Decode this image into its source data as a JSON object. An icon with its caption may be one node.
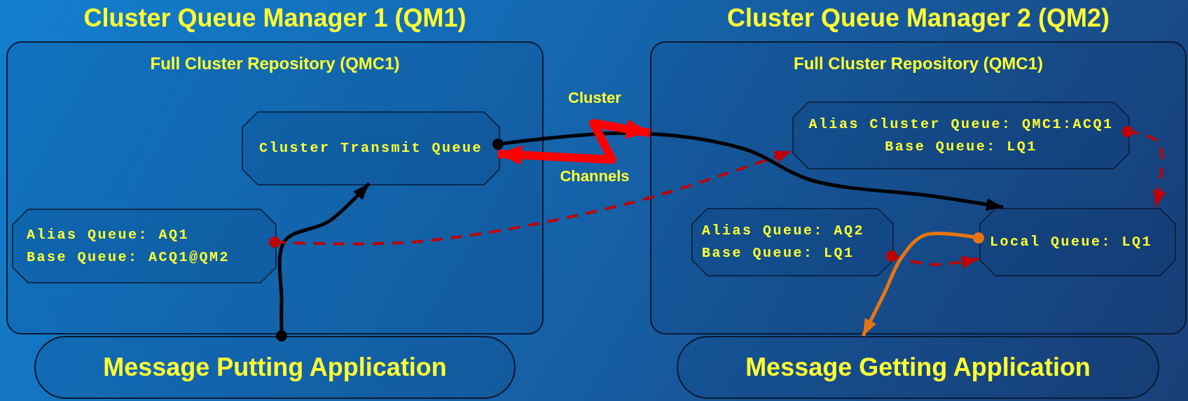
{
  "diagram": {
    "nodes": [
      {
        "text": [
          "Cluster Queue Manager 1 (QM1)",
          "Full Cluster Repository (QMC1)"
        ]
      },
      {
        "text": [
          "Cluster Transmit Queue"
        ],
        "in": 0
      },
      {
        "text": [
          "Alias Queue: AQ1 Base Queue: ACQ1@QM2"
        ],
        "in": 0
      },
      {
        "text": [
          "Message Putting Application"
        ]
      },
      {
        "text": [
          "Cluster Queue Manager 2 (QM2)",
          "Full Cluster Repository (QMC1)"
        ]
      },
      {
        "text": [
          "Alias Cluster Queue: QMC1:ACQ1 Base Queue: LQ1"
        ],
        "in": 4
      },
      {
        "text": [
          "Alias Queue: AQ2 Base Queue: LQ1"
        ],
        "in": 4
      },
      {
        "text": [
          "Local Queue: LQ1"
        ],
        "in": 4
      },
      {
        "text": [
          "Message Getting Application"
        ]
      }
    ],
    "edges": [
      {
        "from": 3,
        "to": 1,
        "arrow": "to",
        "color": "#000000"
      },
      {
        "from": 1,
        "to": 7,
        "arrow": "to",
        "color": "#000000"
      },
      {
        "from": 2,
        "to": 5,
        "arrow": "to",
        "style": "dashed",
        "color": "#c00000"
      },
      {
        "from": 5,
        "to": 7,
        "arrow": "to",
        "style": "dashed",
        "color": "#c00000"
      },
      {
        "from": 6,
        "to": 7,
        "arrow": "to",
        "style": "dashed",
        "color": "#c00000"
      },
      {
        "from": 7,
        "to": 8,
        "arrow": "to",
        "color": "#e87511"
      },
      {
        "from": 1,
        "to": 4,
        "arrow": "both",
        "style": "thick",
        "color": "#ff0000"
      }
    ],
    "labels": [
      "Cluster",
      "Channels"
    ]
  }
}
